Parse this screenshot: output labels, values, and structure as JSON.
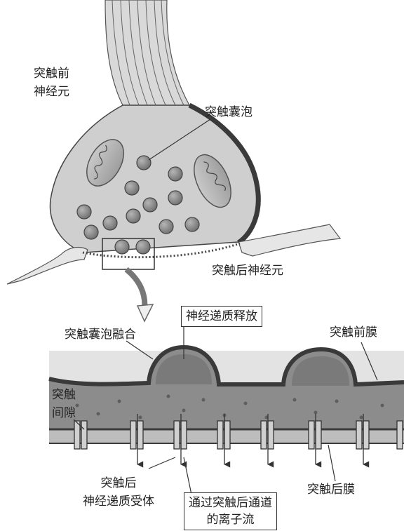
{
  "labels": {
    "presynaptic_neuron": [
      "突触前",
      "神经元"
    ],
    "synaptic_vesicle": "突触囊泡",
    "postsynaptic_neuron": "突触后神经元",
    "vesicle_fusion": "突触囊泡融合",
    "transmitter_release": "神经递质释放",
    "presynaptic_membrane": "突触前膜",
    "synaptic_cleft": [
      "突触",
      "间隙"
    ],
    "postsynaptic_receptor": [
      "突触后",
      "神经递质受体"
    ],
    "postsynaptic_membrane": "突触后膜",
    "ion_flow": [
      "通过突触后通道",
      "的离子流"
    ]
  },
  "colors": {
    "cytoplasm": "#cfcfcf",
    "vesicle": "#8a8a8a",
    "membrane_dark": "#4a4a4a",
    "cleft": "#8c8c8c",
    "postsynaptic_body": "#d6d6d6",
    "receptor": "#bdbdbd"
  }
}
